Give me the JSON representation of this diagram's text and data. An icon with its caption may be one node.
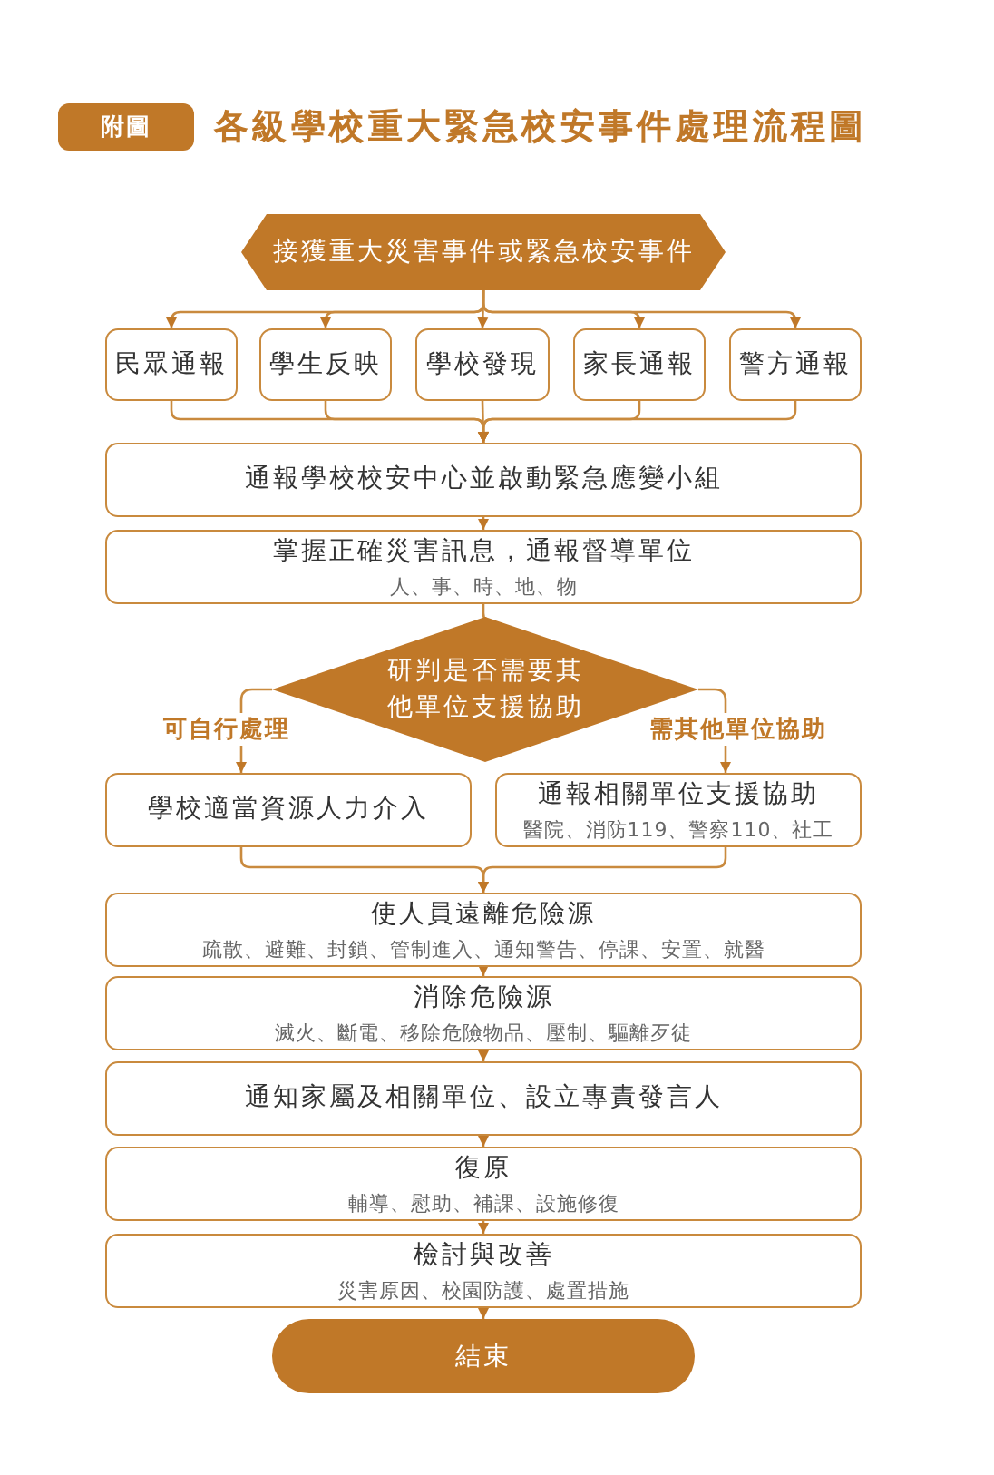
{
  "diagram": {
    "title": "各級學校重大緊急校安事件處理流程圖",
    "nodes": [
      {
        "text": [
          "接獲重大災害事件或緊急校安事件"
        ]
      },
      {
        "text": [
          "民眾通報"
        ]
      },
      {
        "text": [
          "學生反映"
        ]
      },
      {
        "text": [
          "學校發現"
        ]
      },
      {
        "text": [
          "家長通報"
        ]
      },
      {
        "text": [
          "警方通報"
        ]
      },
      {
        "text": [
          "通報學校校安中心並啟動緊急應變小組"
        ]
      },
      {
        "text": [
          "掌握正確災害訊息，通報督導單位",
          "人、事、時、地、物"
        ]
      },
      {
        "text": [
          "研判是否需要其他單位支援協助"
        ]
      },
      {
        "text": [
          "學校適當資源人力介入"
        ]
      },
      {
        "text": [
          "通報相關單位支援協助",
          "醫院、消防119、警察110、社工"
        ]
      },
      {
        "text": [
          "使人員遠離危險源",
          "疏散、避難、封鎖、管制進入、通知警告、停課、安置、就醫"
        ]
      },
      {
        "text": [
          "消除危險源",
          "滅火、斷電、移除危險物品、壓制、驅離歹徒"
        ]
      },
      {
        "text": [
          "通知家屬及相關單位、設立專責發言人"
        ]
      },
      {
        "text": [
          "復原",
          "輔導、慰助、補課、設施修復"
        ]
      },
      {
        "text": [
          "檢討與改善",
          "災害原因、校園防護、處置措施"
        ]
      },
      {
        "text": [
          "結束"
        ]
      }
    ],
    "edges": [
      {
        "from": 0,
        "to": 1,
        "arrow": "to"
      },
      {
        "from": 0,
        "to": 2,
        "arrow": "to"
      },
      {
        "from": 0,
        "to": 3,
        "arrow": "to"
      },
      {
        "from": 0,
        "to": 4,
        "arrow": "to"
      },
      {
        "from": 0,
        "to": 5,
        "arrow": "to"
      },
      {
        "from": 1,
        "to": 6,
        "arrow": "to"
      },
      {
        "from": 2,
        "to": 6,
        "arrow": "to"
      },
      {
        "from": 3,
        "to": 6,
        "arrow": "to"
      },
      {
        "from": 4,
        "to": 6,
        "arrow": "to"
      },
      {
        "from": 5,
        "to": 6,
        "arrow": "to"
      },
      {
        "from": 6,
        "to": 7,
        "arrow": "to"
      },
      {
        "from": 7,
        "to": 8,
        "arrow": "to"
      },
      {
        "from": 8,
        "to": 9,
        "arrow": "to",
        "label": "可自行處理"
      },
      {
        "from": 8,
        "to": 10,
        "arrow": "to",
        "label": "需其他單位協助"
      },
      {
        "from": 9,
        "to": 11,
        "arrow": "to"
      },
      {
        "from": 10,
        "to": 11,
        "arrow": "to"
      },
      {
        "from": 11,
        "to": 12,
        "arrow": "to"
      },
      {
        "from": 12,
        "to": 13,
        "arrow": "to"
      },
      {
        "from": 13,
        "to": 14,
        "arrow": "to"
      },
      {
        "from": 14,
        "to": 15,
        "arrow": "to"
      },
      {
        "from": 15,
        "to": 16,
        "arrow": "to"
      }
    ],
    "labels": [
      "附圖"
    ]
  }
}
